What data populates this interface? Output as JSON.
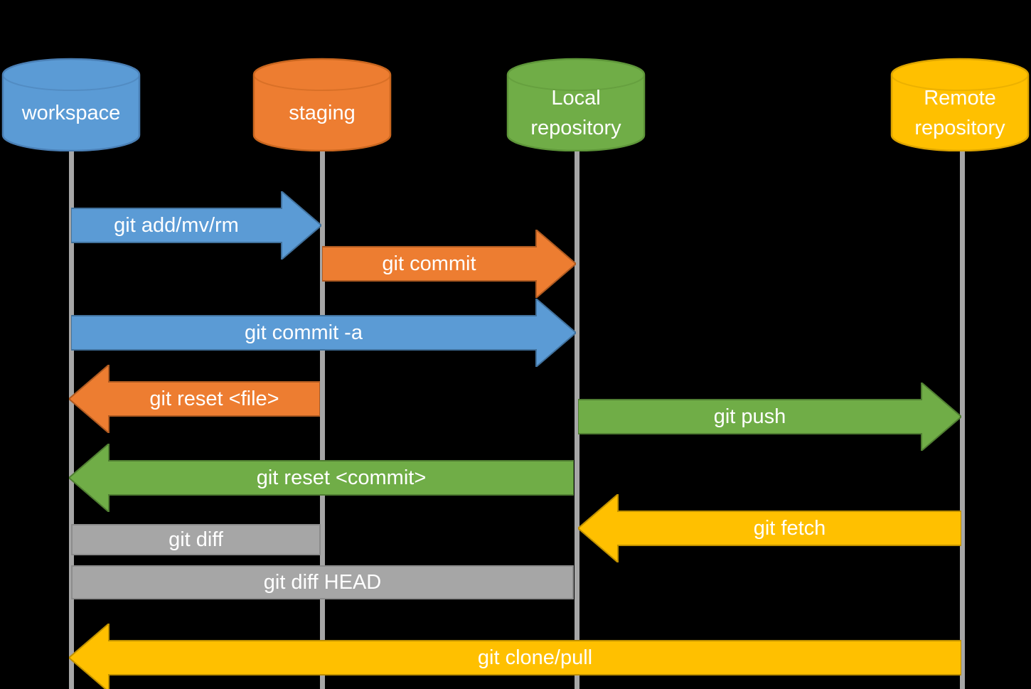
{
  "diagram": {
    "background_color": "#000000",
    "timeline_color": "#a6a6a6",
    "text_color": "#ffffff",
    "nodes": [
      {
        "id": "workspace",
        "label": "workspace",
        "color": "#5B9BD5",
        "border": "#4A7FB5"
      },
      {
        "id": "staging",
        "label": "staging",
        "color": "#ED7D31",
        "border": "#C9661F"
      },
      {
        "id": "local",
        "label": "Local repository",
        "label_lines": [
          "Local",
          "repository"
        ],
        "color": "#70AD47",
        "border": "#5E9639"
      },
      {
        "id": "remote",
        "label": "Remote repository",
        "label_lines": [
          "Remote",
          "repository"
        ],
        "color": "#FFC000",
        "border": "#DCA400"
      }
    ],
    "arrows": [
      {
        "label": "git add/mv/rm",
        "from": "workspace",
        "to": "staging",
        "direction": "right",
        "color": "#5B9BD5",
        "border": "#41719C"
      },
      {
        "label": "git commit",
        "from": "staging",
        "to": "local",
        "direction": "right",
        "color": "#ED7D31",
        "border": "#AE5A21"
      },
      {
        "label": "git commit -a",
        "from": "workspace",
        "to": "local",
        "direction": "right",
        "color": "#5B9BD5",
        "border": "#41719C"
      },
      {
        "label": "git reset <file>",
        "from": "staging",
        "to": "workspace",
        "direction": "left",
        "color": "#ED7D31",
        "border": "#AE5A21"
      },
      {
        "label": "git push",
        "from": "local",
        "to": "remote",
        "direction": "right",
        "color": "#70AD47",
        "border": "#507E32"
      },
      {
        "label": "git reset <commit>",
        "from": "local",
        "to": "workspace",
        "direction": "left",
        "color": "#70AD47",
        "border": "#507E32"
      },
      {
        "label": "git fetch",
        "from": "remote",
        "to": "local",
        "direction": "left",
        "color": "#FFC000",
        "border": "#BF9000"
      },
      {
        "label": "git diff",
        "from": "workspace",
        "to": "staging",
        "direction": "none",
        "color": "#A6A6A6",
        "border": "#8C8C8C"
      },
      {
        "label": "git diff HEAD",
        "from": "workspace",
        "to": "local",
        "direction": "none",
        "color": "#A6A6A6",
        "border": "#8C8C8C"
      },
      {
        "label": "git clone/pull",
        "from": "remote",
        "to": "workspace",
        "direction": "left",
        "color": "#FFC000",
        "border": "#BF9000"
      }
    ]
  }
}
